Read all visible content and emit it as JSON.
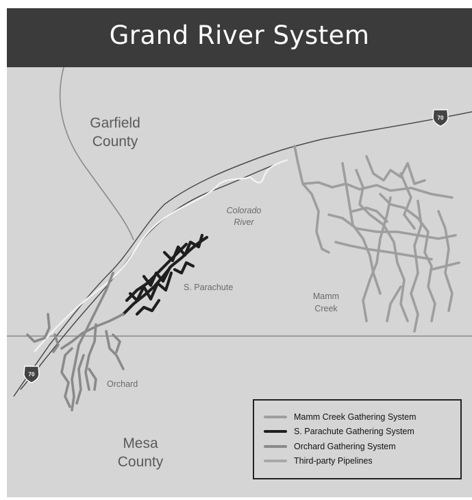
{
  "title": "Grand River System",
  "labels": {
    "garfield": [
      "Garfield",
      "County"
    ],
    "mesa": [
      "Mesa",
      "County"
    ],
    "colorado_river": [
      "Colorado",
      "River"
    ],
    "s_parachute": "S. Parachute",
    "mamm_creek": [
      "Mamm",
      "Creek"
    ],
    "orchard": "Orchard"
  },
  "highway_shields": [
    "70",
    "70"
  ],
  "legend": [
    {
      "label": "Mamm Creek Gathering System",
      "color": "#9e9e9e"
    },
    {
      "label": "S. Parachute Gathering System",
      "color": "#1e1e1e"
    },
    {
      "label": "Orchard Gathering System",
      "color": "#8a8a8a"
    },
    {
      "label": "Third-party Pipelines",
      "color": "#a8a8a8"
    }
  ],
  "colors": {
    "background": "#d5d5d5",
    "title_bar": "#3b3b3b",
    "mamm_creek": "#9e9e9e",
    "s_parachute": "#1e1e1e",
    "orchard": "#8a8a8a",
    "river": "#f2f2f2",
    "road": "#4a4a4a",
    "county_line": "#8a8a8a"
  }
}
